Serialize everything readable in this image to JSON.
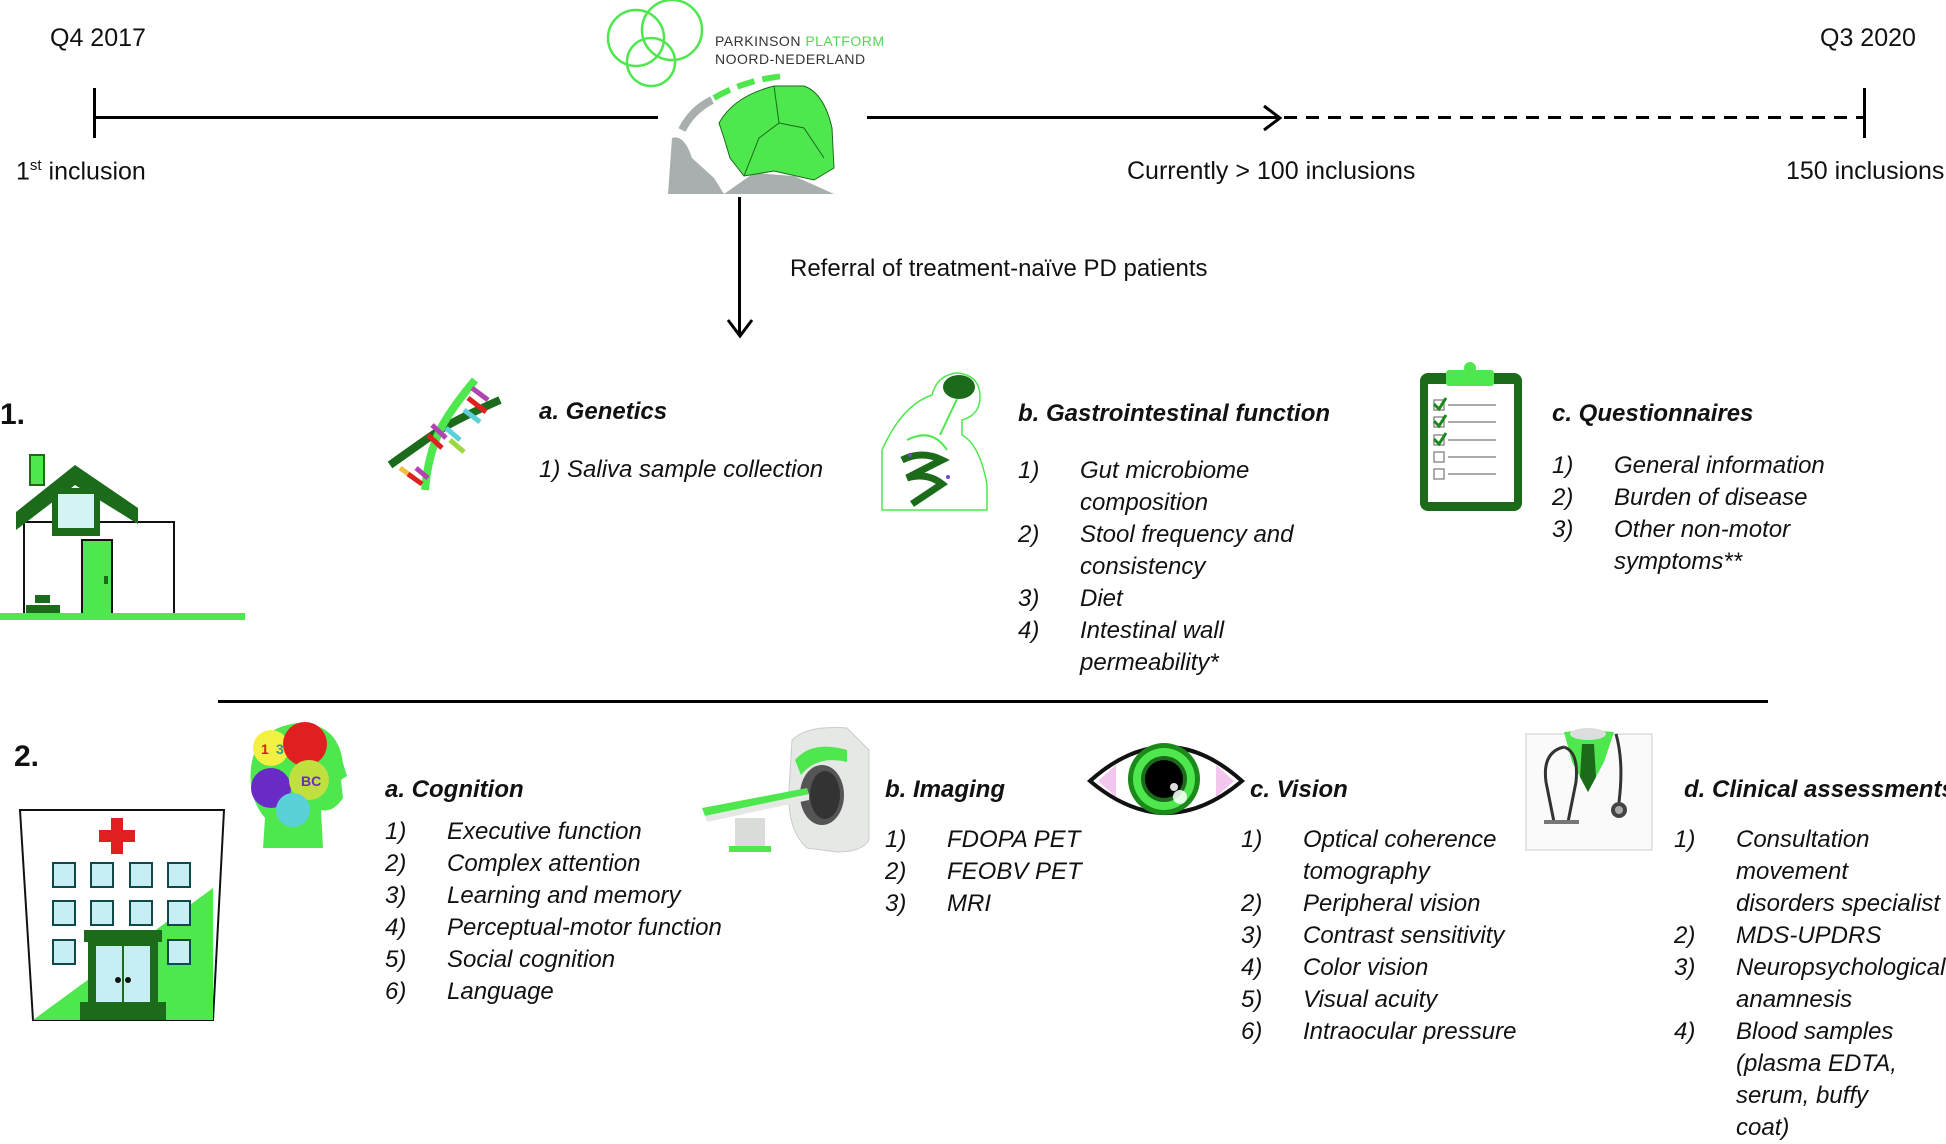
{
  "timeline": {
    "start_date": "Q4 2017",
    "start_label_num": "1",
    "start_label_sup": "st",
    "start_label_rest": " inclusion",
    "current_label": "Currently > 100 inclusions",
    "end_date": "Q3 2020",
    "end_label": "150 inclusions"
  },
  "logo": {
    "line1_a": "PARKINSON ",
    "line1_b": "PLATFORM",
    "line2": "NOORD-NEDERLAND"
  },
  "referral": "Referral of treatment-naïve PD patients",
  "colors": {
    "accent_green": "#4ee84e",
    "dark_green": "#1b6b1b",
    "black": "#000000"
  },
  "section1": {
    "number": "1.",
    "genetics": {
      "heading": "a. Genetics",
      "items": [
        "1) Saliva sample collection"
      ]
    },
    "gi": {
      "heading": "b. Gastrointestinal function",
      "items": [
        {
          "num": "1)",
          "text": "Gut microbiome composition"
        },
        {
          "num": "2)",
          "text": "Stool frequency and consistency"
        },
        {
          "num": "3)",
          "text": "Diet"
        },
        {
          "num": "4)",
          "text": "Intestinal wall permeability*"
        }
      ]
    },
    "questionnaires": {
      "heading": "c. Questionnaires",
      "items": [
        {
          "num": "1)",
          "text": "General information"
        },
        {
          "num": "2)",
          "text": "Burden of disease"
        },
        {
          "num": "3)",
          "text": "Other non-motor symptoms**"
        }
      ]
    }
  },
  "section2": {
    "number": "2.",
    "cognition": {
      "heading": "a. Cognition",
      "items": [
        {
          "num": "1)",
          "text": "Executive function"
        },
        {
          "num": "2)",
          "text": "Complex attention"
        },
        {
          "num": "3)",
          "text": "Learning and memory"
        },
        {
          "num": "4)",
          "text": "Perceptual-motor function"
        },
        {
          "num": "5)",
          "text": "Social cognition"
        },
        {
          "num": "6)",
          "text": "Language"
        }
      ]
    },
    "imaging": {
      "heading": "b. Imaging",
      "items": [
        {
          "num": "1)",
          "text": "FDOPA PET"
        },
        {
          "num": "2)",
          "text": "FEOBV PET"
        },
        {
          "num": "3)",
          "text": "MRI"
        }
      ]
    },
    "vision": {
      "heading": "c. Vision",
      "items": [
        {
          "num": "1)",
          "text": "Optical coherence tomography"
        },
        {
          "num": "2)",
          "text": "Peripheral vision"
        },
        {
          "num": "3)",
          "text": "Contrast sensitivity"
        },
        {
          "num": "4)",
          "text": "Color vision"
        },
        {
          "num": "5)",
          "text": "Visual acuity"
        },
        {
          "num": "6)",
          "text": "Intraocular pressure"
        }
      ]
    },
    "clinical": {
      "heading": "d. Clinical assessments",
      "items": [
        {
          "num": "1)",
          "text": "Consultation movement disorders specialist"
        },
        {
          "num": "2)",
          "text": "MDS-UPDRS"
        },
        {
          "num": "3)",
          "text": "Neuropsychological anamnesis"
        },
        {
          "num": "4)",
          "text": "Blood samples (plasma EDTA, serum, buffy coat)"
        }
      ]
    }
  }
}
